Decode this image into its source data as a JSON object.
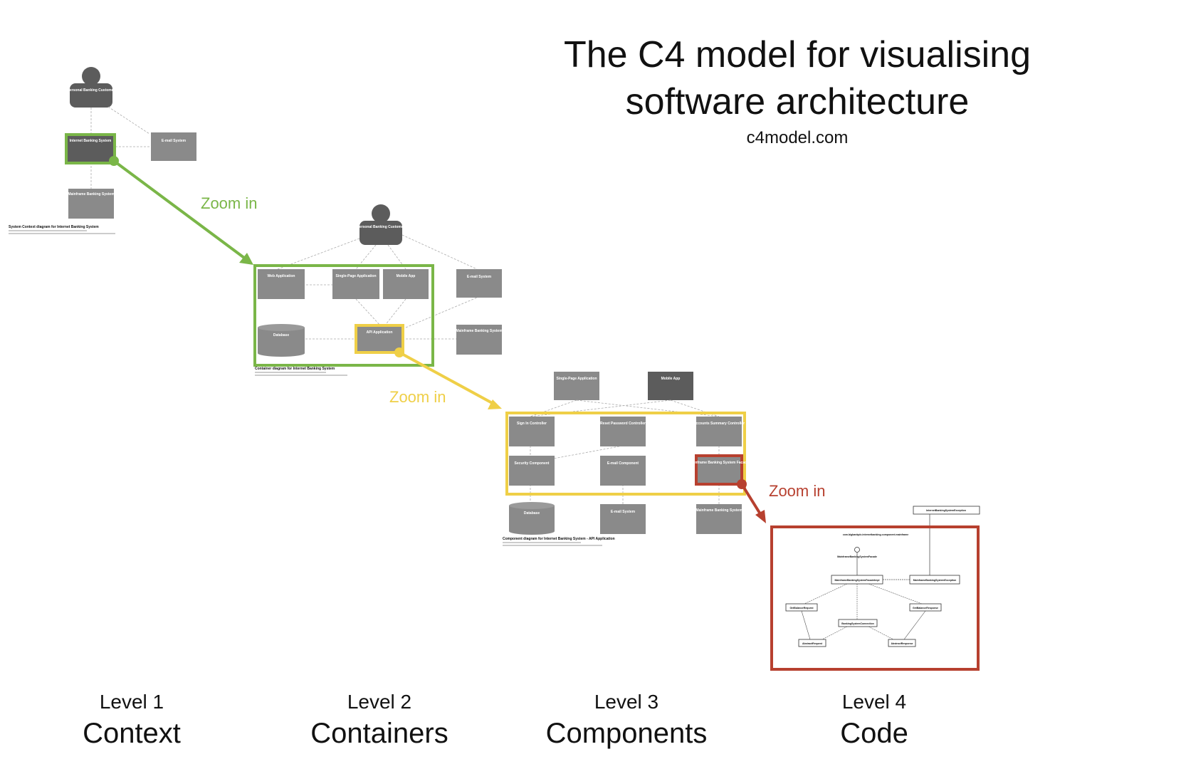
{
  "header": {
    "title_line1": "The C4 model for visualising",
    "title_line2": "software architecture",
    "subtitle": "c4model.com"
  },
  "levels": [
    {
      "number": "Level 1",
      "name": "Context"
    },
    {
      "number": "Level 2",
      "name": "Containers"
    },
    {
      "number": "Level 3",
      "name": "Components"
    },
    {
      "number": "Level 4",
      "name": "Code"
    }
  ],
  "zoom_labels": [
    "Zoom in",
    "Zoom in",
    "Zoom in"
  ],
  "colors": {
    "green": "#7ab648",
    "yellow": "#efcf47",
    "red": "#b7402f"
  },
  "context": {
    "person": "Personal Banking Customer",
    "system": "Internet Banking System",
    "email": "E-mail System",
    "mainframe": "Mainframe Banking System",
    "caption": "System Context diagram for Internet Banking System"
  },
  "containers": {
    "person": "Personal Banking Customer",
    "web_app": "Web Application",
    "spa": "Single-Page Application",
    "mobile": "Mobile App",
    "email": "E-mail System",
    "database": "Database",
    "api": "API Application",
    "mainframe": "Mainframe Banking System",
    "caption": "Container diagram for Internet Banking System"
  },
  "components": {
    "spa": "Single-Page Application",
    "mobile": "Mobile App",
    "signin": "Sign In Controller",
    "reset": "Reset Password Controller",
    "accounts": "Accounts Summary Controller",
    "security": "Security Component",
    "email_comp": "E-mail Component",
    "facade": "Mainframe Banking System Facade",
    "database": "Database",
    "email": "E-mail System",
    "mainframe": "Mainframe Banking System",
    "caption": "Component diagram for Internet Banking System - API Application"
  },
  "code": {
    "exception": "InternetBankingSystemException",
    "package": "com.bigbankplc.internetbanking.component.mainframe",
    "interface": "MainframeBankingSystemFacade",
    "impl": "MainframeBankingSystemFacadeImpl",
    "impl_exception": "MainframeBankingSystemException",
    "get_balance_request": "GetBalanceRequest",
    "get_balance_response": "GetBalanceResponse",
    "connection": "BankingSystemConnection",
    "abstract_request": "AbstractRequest",
    "abstract_response": "AbstractResponse"
  }
}
